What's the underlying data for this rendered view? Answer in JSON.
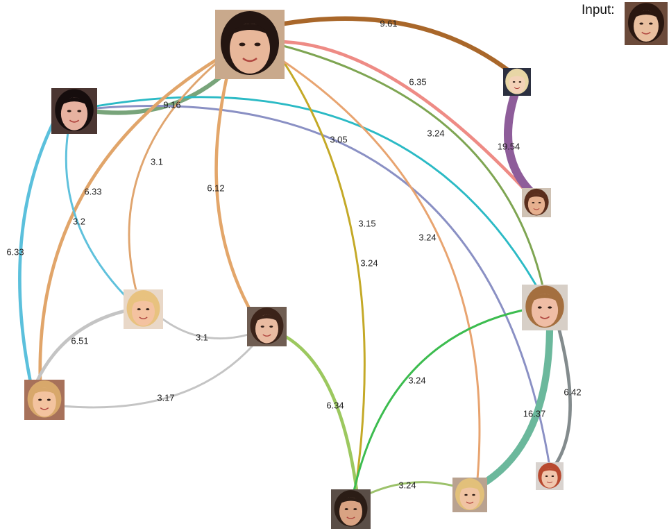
{
  "header": {
    "input_label": "Input:"
  },
  "nodes": [
    {
      "id": "input",
      "name": "input-face",
      "skin": "#e9bf9f",
      "hair": "#2a1710",
      "bg": "#6b4a3a"
    },
    {
      "id": "center",
      "name": "central-face",
      "skin": "#e8b79a",
      "hair": "#231511",
      "bg": "#c9a98c"
    },
    {
      "id": "A",
      "name": "face-top-left",
      "skin": "#e7b2a0",
      "hair": "#160d0d",
      "bg": "#4b3632"
    },
    {
      "id": "B",
      "name": "face-sunglasses-top",
      "skin": "#f3d2b8",
      "hair": "#e8d6a6",
      "bg": "#2c3040"
    },
    {
      "id": "C",
      "name": "face-sunglasses-right",
      "skin": "#e6b08f",
      "hair": "#5a2e1d",
      "bg": "#cfc2b4"
    },
    {
      "id": "D",
      "name": "face-blonde-mid-left",
      "skin": "#f4c2a0",
      "hair": "#e8c27f",
      "bg": "#e9d8c8"
    },
    {
      "id": "E",
      "name": "face-center-brunette",
      "skin": "#e9bba1",
      "hair": "#3b2319",
      "bg": "#6f5d52"
    },
    {
      "id": "F",
      "name": "face-right-large",
      "skin": "#efbda5",
      "hair": "#a46f3f",
      "bg": "#d7cfc7"
    },
    {
      "id": "G",
      "name": "face-bottom-left-blonde",
      "skin": "#f3c39f",
      "hair": "#d8a86b",
      "bg": "#a7715a"
    },
    {
      "id": "H",
      "name": "face-bottom-center",
      "skin": "#d9a383",
      "hair": "#2b1d16",
      "bg": "#5a4e47"
    },
    {
      "id": "I",
      "name": "face-bottom-blonde",
      "skin": "#f0c4a3",
      "hair": "#e2c07a",
      "bg": "#b9a290"
    },
    {
      "id": "J",
      "name": "face-redhead-bottom-right",
      "skin": "#f1c6ad",
      "hair": "#b8492f",
      "bg": "#d9d3cf"
    }
  ],
  "edges": [
    {
      "id": "center-B",
      "label": "9.61",
      "color": "#a9672a",
      "weight": 9.61
    },
    {
      "id": "center-C",
      "label": "6.35",
      "color": "#ee8b85",
      "weight": 6.35
    },
    {
      "id": "B-C",
      "label": "19.54",
      "color": "#8e5d9a",
      "weight": 19.54
    },
    {
      "id": "center-A",
      "label": "9.16",
      "color": "#78a47a",
      "weight": 9.16
    },
    {
      "id": "center-F",
      "label": "3.24",
      "color": "#7ea552",
      "weight": 3.24
    },
    {
      "id": "A-F",
      "label": "3.05",
      "color": "#2bbac5",
      "weight": 3.05
    },
    {
      "id": "A-J",
      "label": "3.15",
      "color": "#8a90c4",
      "weight": 3.15
    },
    {
      "id": "center-D",
      "label": "3.1",
      "color": "#e0a56f",
      "weight": 3.1
    },
    {
      "id": "center-G",
      "label": "6.33",
      "color": "#e1a56a",
      "weight": 6.33
    },
    {
      "id": "center-E",
      "label": "6.12",
      "color": "#e3a66a",
      "weight": 6.12
    },
    {
      "id": "A-D",
      "label": "3.2",
      "color": "#5fc1dc",
      "weight": 3.2
    },
    {
      "id": "A-G",
      "label": "6.33",
      "color": "#5bc0dc",
      "weight": 6.33
    },
    {
      "id": "center-H",
      "label": "3.24",
      "color": "#c4a927",
      "weight": 3.24
    },
    {
      "id": "center-I",
      "label": "3.24",
      "color": "#e8a470",
      "weight": 3.24
    },
    {
      "id": "D-E",
      "label": "3.1",
      "color": "#c4c4c4",
      "weight": 3.1
    },
    {
      "id": "D-G",
      "label": "6.51",
      "color": "#c4c4c4",
      "weight": 6.51
    },
    {
      "id": "G-E",
      "label": "3.17",
      "color": "#c4c4c4",
      "weight": 3.17
    },
    {
      "id": "E-H",
      "label": "6.34",
      "color": "#9cc85f",
      "weight": 6.34
    },
    {
      "id": "F-H",
      "label": "3.24",
      "color": "#3cbc4f",
      "weight": 3.24
    },
    {
      "id": "F-I",
      "label": "16.37",
      "color": "#6bb89c",
      "weight": 16.37
    },
    {
      "id": "F-J",
      "label": "6.42",
      "color": "#838b8d",
      "weight": 6.42
    },
    {
      "id": "H-I",
      "label": "3.24",
      "color": "#9cc26b",
      "weight": 3.24
    }
  ]
}
